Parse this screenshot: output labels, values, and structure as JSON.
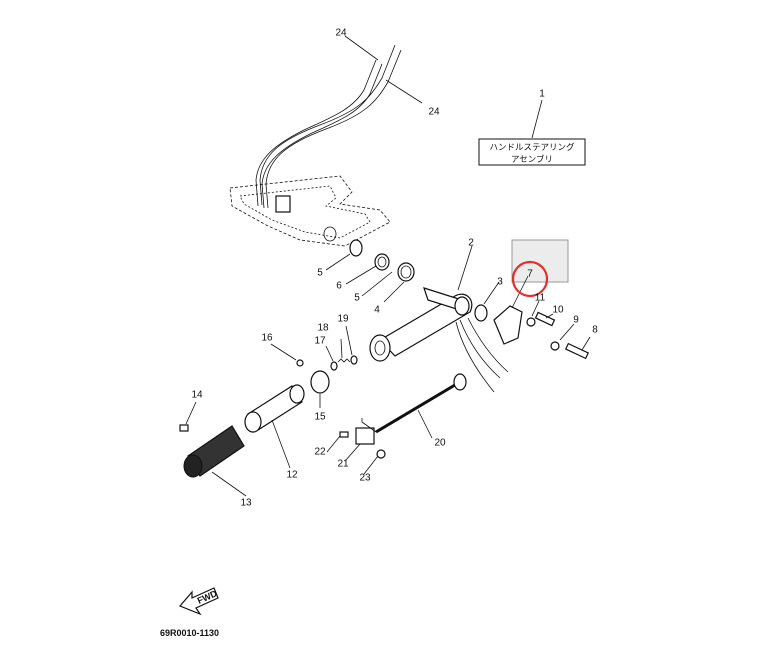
{
  "callout": {
    "number": "1",
    "line1": "ハンドルステアリング",
    "line2": "アセンブリ"
  },
  "labels": {
    "p2": "2",
    "p3": "3",
    "p4": "4",
    "p5": "5",
    "p6": "6",
    "p7": "7",
    "p8": "8",
    "p9": "9",
    "p10": "10",
    "p11": "11",
    "p12": "12",
    "p13": "13",
    "p14": "14",
    "p15": "15",
    "p16": "16",
    "p17": "17",
    "p18": "18",
    "p19": "19",
    "p20": "20",
    "p21": "21",
    "p22": "22",
    "p23": "23",
    "p24a": "24",
    "p24b": "24"
  },
  "fwd_label": "FWD",
  "diagram_code": "69R0010-1130",
  "highlight": {
    "part": "7",
    "circle_color": "#e0302a",
    "box_color": "#ececec"
  }
}
